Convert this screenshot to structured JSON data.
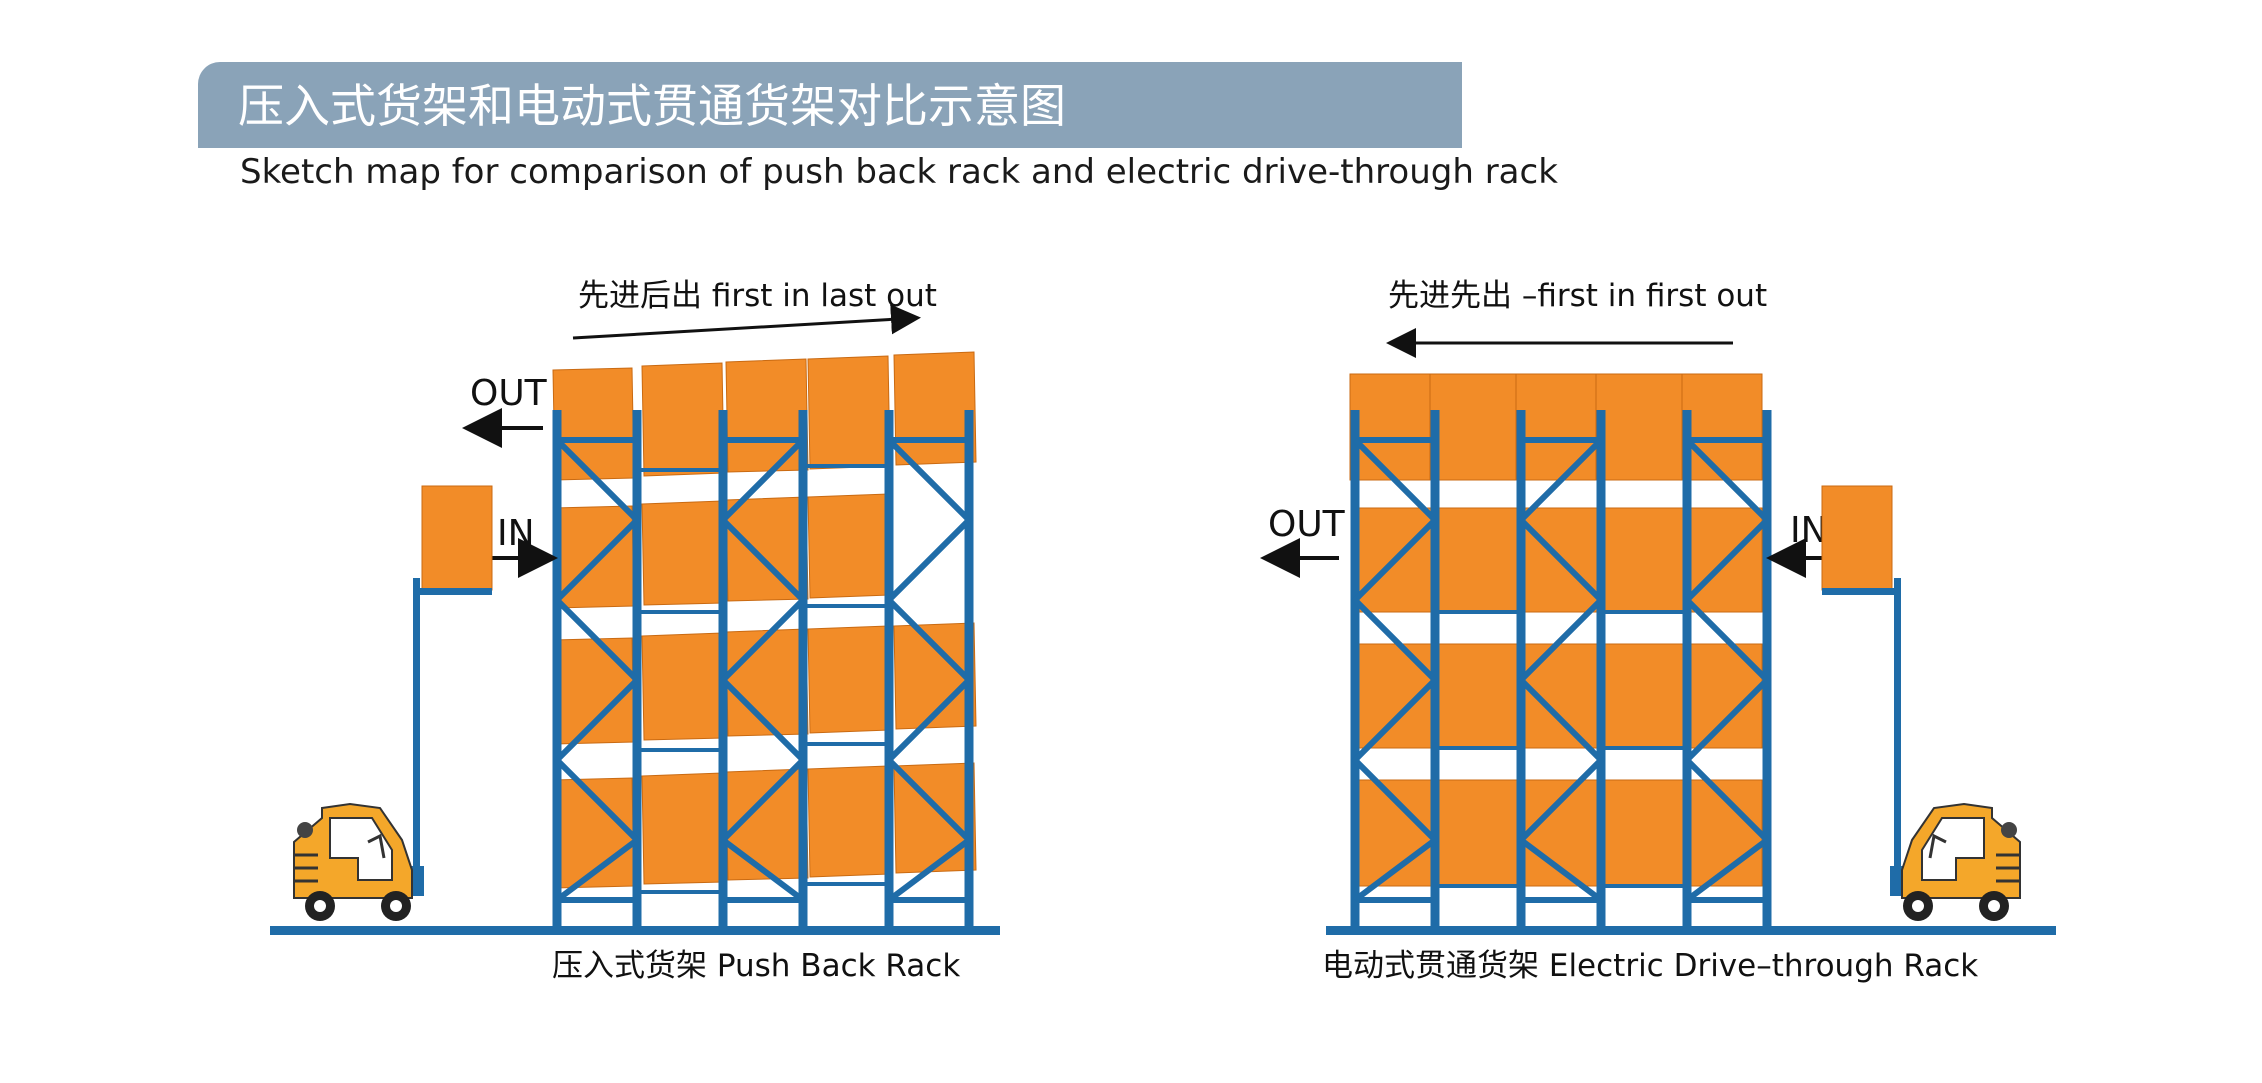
{
  "header": {
    "title_cn": "压入式货架和电动式贯通货架对比示意图",
    "title_en": "Sketch map for comparison of push back rack and electric drive-through rack"
  },
  "push_back": {
    "flow_label": "先进后出 first in last out",
    "out_label": "OUT",
    "in_label": "IN",
    "caption": "压入式货架 Push Back Rack"
  },
  "drive_through": {
    "flow_label": "先进先出 –first in first out",
    "out_label": "OUT",
    "in_label": "IN",
    "caption": "电动式贯通货架 Electric Drive–through Rack"
  },
  "colors": {
    "title_bar": "#8aa3b8",
    "rack_blue": "#1f6ca8",
    "pallet_orange": "#f28c28",
    "forklift_yellow": "#f4a72a"
  }
}
